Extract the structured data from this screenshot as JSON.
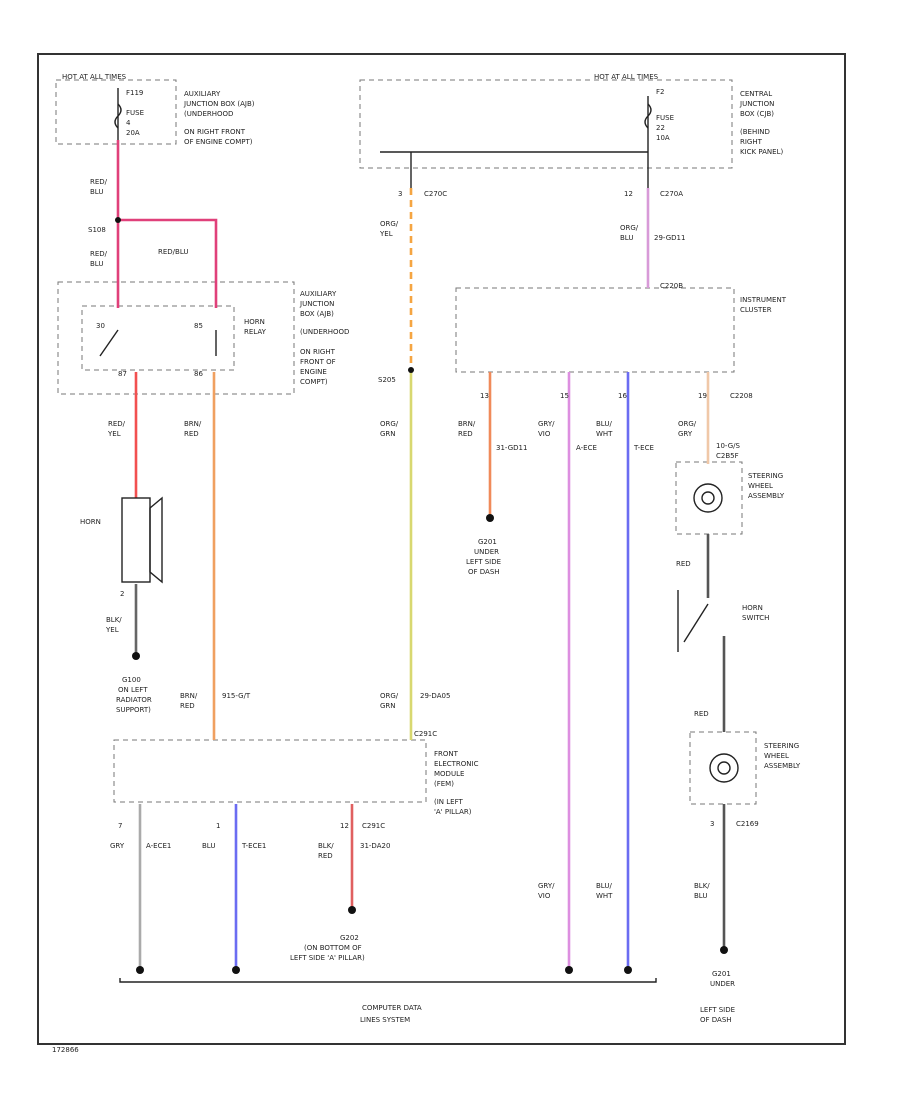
{
  "colors": {
    "red_blu": "#e0407a",
    "red_yel": "#f25050",
    "brn_red": "#f0a060",
    "org_yel": "#f5a542",
    "org_grn": "#d8d870",
    "org_blu": "#d89ad8",
    "brn_red2": "#f08a5a",
    "gry_vio": "#dd8fe0",
    "blu_wht": "#6b6cf2",
    "org_gry": "#f0c8a8",
    "red": "#555555",
    "blk_blu": "#555555",
    "gry": "#aaaaaa",
    "blu": "#6b6cf2",
    "blk_red": "#e06060"
  },
  "labels": {
    "hot_left": "HOT AT ALL TIMES",
    "hot_right": "HOT AT ALL TIMES",
    "fuse_left": [
      "F119",
      "FUSE",
      "4",
      "20A"
    ],
    "ajb_top": [
      "AUXILIARY",
      "JUNCTION BOX (AJB)",
      "(UNDERHOOD",
      "ON RIGHT FRONT",
      "OF ENGINE COMPT)"
    ],
    "fuse_right": [
      "F2",
      "FUSE",
      "22",
      "10A"
    ],
    "cjb": [
      "CENTRAL",
      "JUNCTION",
      "BOX (CJB)",
      "(BEHIND",
      "RIGHT",
      "KICK PANEL)"
    ],
    "red_blu_1": [
      "RED/",
      "BLU"
    ],
    "s108": "S108",
    "red_blu_2": [
      "RED/",
      "BLU"
    ],
    "red_blu_3": "RED/BLU",
    "ajb_relay": [
      "AUXILIARY",
      "JUNCTION",
      "BOX (AJB)",
      "(UNDERHOOD",
      "ON RIGHT",
      "FRONT OF",
      "ENGINE",
      "COMPT)"
    ],
    "horn_relay": [
      "HORN",
      "RELAY"
    ],
    "relay_pins_top": [
      "30",
      "85"
    ],
    "relay_pins_bot": [
      "87",
      "86"
    ],
    "c2700_pin": "3",
    "c2700": "C270C",
    "org_yel": [
      "ORG/",
      "YEL"
    ],
    "c270a_pin": "12",
    "c270a": "C270A",
    "org_blu": [
      "ORG/",
      "BLU"
    ],
    "org_blu_circ": "29-GD11",
    "c2200": "C220B",
    "instrument_cluster": [
      "INSTRUMENT",
      "CLUSTER"
    ],
    "s205": "S205",
    "ic_pins": [
      "13",
      "15",
      "16",
      "19"
    ],
    "c2208": "C2208",
    "red_yel": [
      "RED/",
      "YEL"
    ],
    "brn_red_a": [
      "BRN/",
      "RED"
    ],
    "org_grn_a": [
      "ORG/",
      "GRN"
    ],
    "brn_red_b": [
      "BRN/",
      "RED"
    ],
    "brn_red_b_circ": "31-GD11",
    "gry_vio_a": [
      "GRY/",
      "VIO"
    ],
    "gry_vio_a_circ": "A-ECE",
    "blu_wht_a": [
      "BLU/",
      "WHT"
    ],
    "blu_wht_a_circ": "T-ECE",
    "org_gry": [
      "ORG/",
      "GRY"
    ],
    "clock_spring": [
      "10-G/S",
      "C2B5F"
    ],
    "horn": "HORN",
    "horn_pin": "2",
    "steering_wheel_1": [
      "STEERING",
      "WHEEL",
      "ASSEMBLY"
    ],
    "g201_label": [
      "G201",
      "UNDER",
      "LEFT SIDE",
      "OF DASH"
    ],
    "red_sw": "RED",
    "horn_switch": [
      "HORN",
      "SWITCH"
    ],
    "blk_yel": [
      "BLK/",
      "YEL"
    ],
    "g100": [
      "G100",
      "ON LEFT",
      "RADIATOR",
      "SUPPORT)"
    ],
    "brn_red_c": [
      "BRN/",
      "RED"
    ],
    "brn_red_c_circ": "915-G/T",
    "org_grn_b": [
      "ORG/",
      "GRN"
    ],
    "org_grn_b_circ": "29-DA05",
    "c2910": "C291C",
    "red_b": "RED",
    "steering_wheel_2": [
      "STEERING",
      "WHEEL",
      "ASSEMBLY"
    ],
    "fem": [
      "FRONT",
      "ELECTRONIC",
      "MODULE",
      "(FEM)",
      "(IN LEFT",
      "'A' PILLAR)"
    ],
    "fem_pins": [
      "7",
      "1",
      "12"
    ],
    "c291c_b": "C291C",
    "c2169_pin": "3",
    "c2169": "C2169",
    "gry_a": "GRY",
    "gry_a_circ": "A-ECE1",
    "blu_a": "BLU",
    "blu_a_circ": "T-ECE1",
    "blk_red": [
      "BLK/",
      "RED"
    ],
    "blk_red_circ": "31-DA20",
    "gry_vio_b": [
      "GRY/",
      "VIO"
    ],
    "blu_wht_b": [
      "BLU/",
      "WHT"
    ],
    "blk_blu": [
      "BLK/",
      "BLU"
    ],
    "g202": [
      "G202",
      "(ON BOTTOM OF",
      "LEFT SIDE 'A' PILLAR)"
    ],
    "g201_b": [
      "G201",
      "UNDER",
      "LEFT SIDE",
      "OF DASH"
    ],
    "cdls": [
      "COMPUTER DATA",
      "LINES SYSTEM"
    ],
    "code": "172866"
  }
}
